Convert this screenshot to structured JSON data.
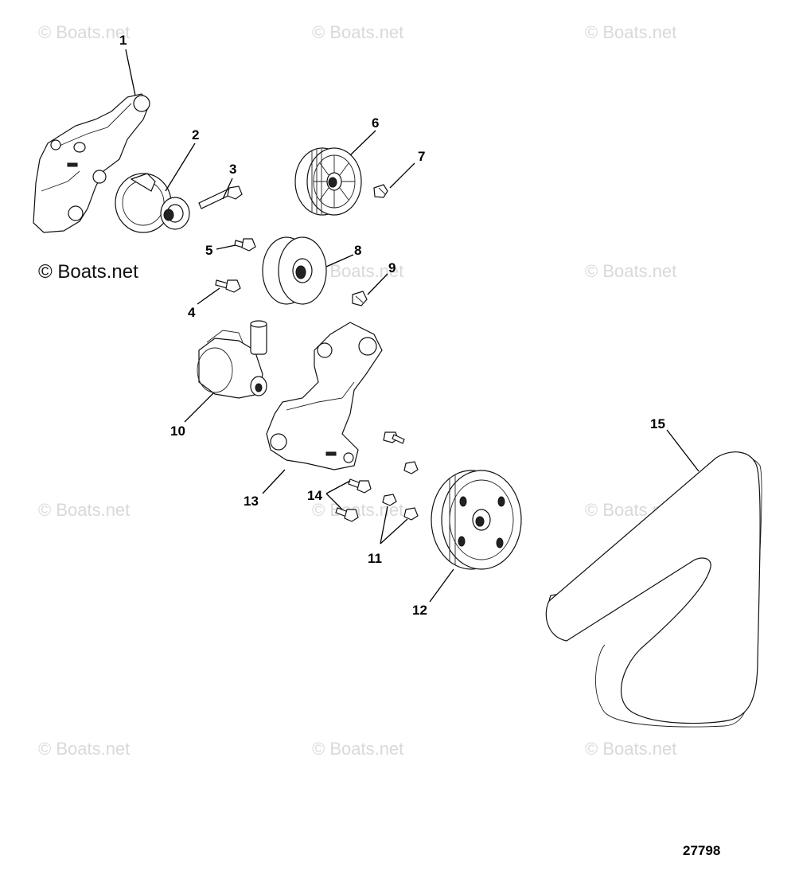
{
  "watermark": {
    "text": "© Boats.net",
    "prominent_text": "© Boats.net"
  },
  "callouts": {
    "c1": "1",
    "c2": "2",
    "c3": "3",
    "c4": "4",
    "c5": "5",
    "c6": "6",
    "c7": "7",
    "c8": "8",
    "c9": "9",
    "c10": "10",
    "c11": "11",
    "c12": "12",
    "c13": "13",
    "c14": "14",
    "c15": "15"
  },
  "figure_number": "27798"
}
